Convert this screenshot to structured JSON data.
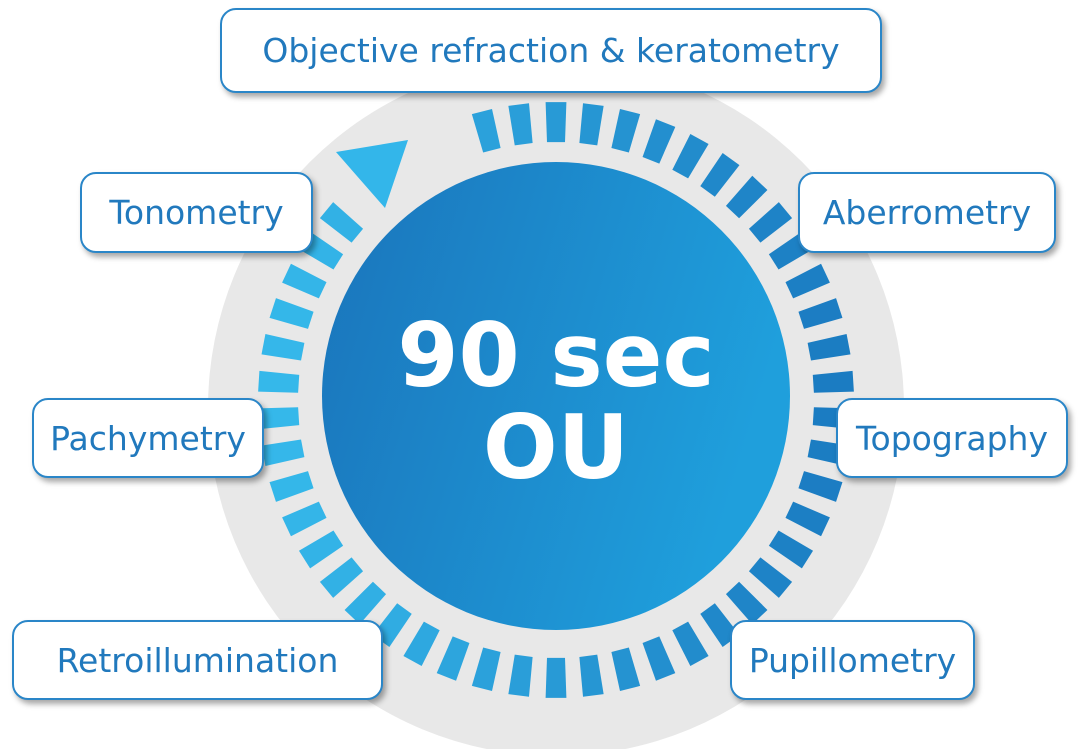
{
  "center": {
    "line1": "90 sec",
    "line2": "OU"
  },
  "labels": {
    "objective": "Objective refraction & keratometry",
    "tonometry": "Tonometry",
    "aberrometry": "Aberrometry",
    "pachymetry": "Pachymetry",
    "topography": "Topography",
    "retroillumination": "Retroillumination",
    "pupillometry": "Pupillometry"
  },
  "colors": {
    "ring_background": "#e8e8e8",
    "segment_light": "#35b8ea",
    "segment_dark": "#1b7cc2",
    "circle_light": "#1e9ad8",
    "circle_dark": "#1a74bb",
    "label_text": "#2179bd"
  }
}
